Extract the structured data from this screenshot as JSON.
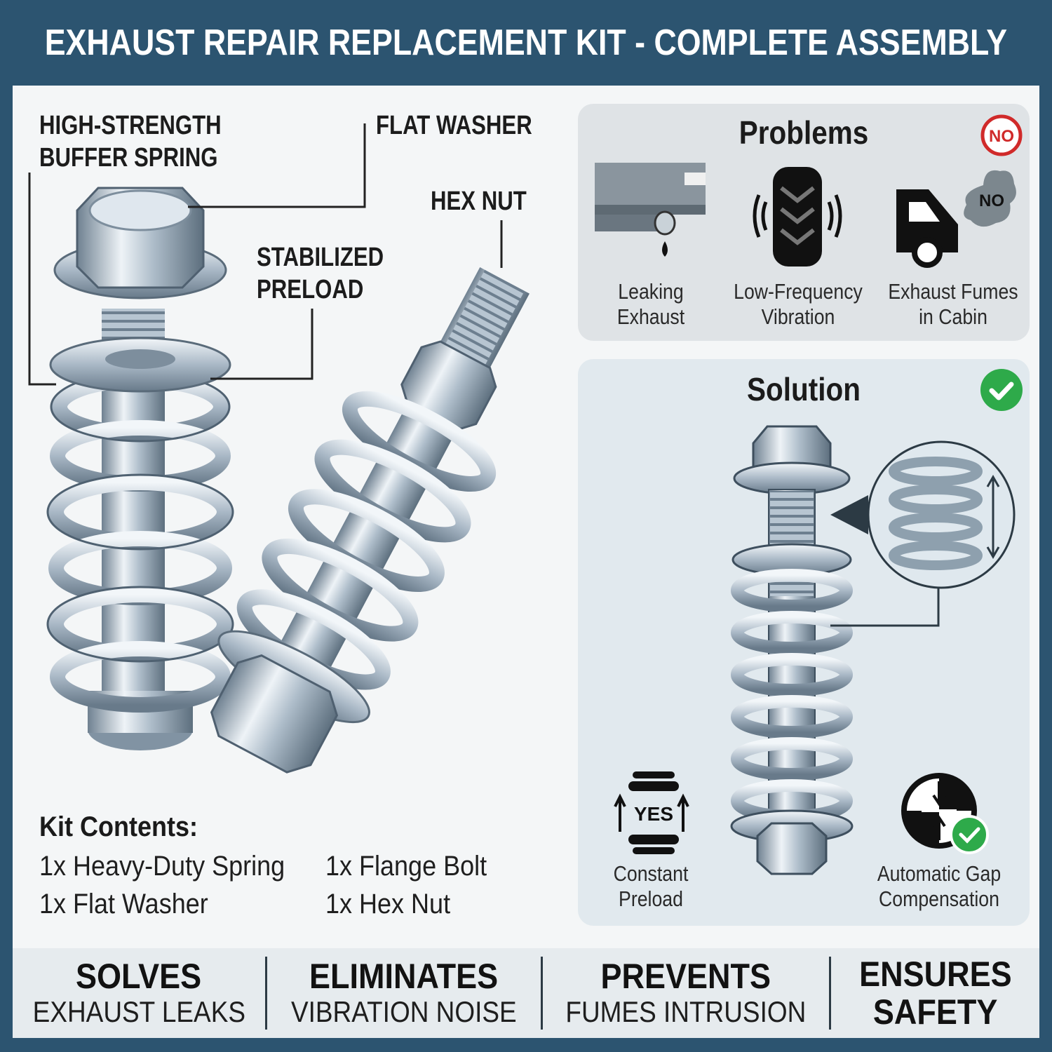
{
  "header": {
    "title": "EXHAUST REPAIR REPLACEMENT KIT - COMPLETE ASSEMBLY"
  },
  "callouts": {
    "spring_line1": "HIGH-STRENGTH",
    "spring_line2": "BUFFER SPRING",
    "washer": "FLAT WASHER",
    "hex_nut": "HEX NUT",
    "preload_line1": "STABILIZED",
    "preload_line2": "PRELOAD"
  },
  "problems": {
    "title": "Problems",
    "badge": "NO",
    "items": [
      {
        "icon": "leaking-exhaust-icon",
        "line1": "Leaking",
        "line2": "Exhaust"
      },
      {
        "icon": "vibration-icon",
        "line1": "Low-Frequency",
        "line2": "Vibration"
      },
      {
        "icon": "fumes-in-cabin-icon",
        "line1": "Exhaust Fumes",
        "line2": "in Cabin",
        "cloud_text": "NO"
      }
    ]
  },
  "solution": {
    "title": "Solution",
    "items": [
      {
        "icon": "constant-preload-icon",
        "line1": "Constant",
        "line2": "Preload",
        "icon_text": "YES"
      },
      {
        "icon": "gap-compensation-icon",
        "line1": "Automatic Gap",
        "line2": "Compensation"
      }
    ]
  },
  "kit": {
    "title": "Kit Contents:",
    "items": [
      "1x Heavy-Duty Spring",
      "1x Flange Bolt",
      "1x Flat Washer",
      "1x Hex Nut"
    ]
  },
  "footer": [
    {
      "big": "SOLVES",
      "small": "EXHAUST LEAKS"
    },
    {
      "big": "ELIMINATES",
      "small": "VIBRATION NOISE"
    },
    {
      "big": "PREVENTS",
      "small": "FUMES INTRUSION"
    },
    {
      "big": "ENSURES",
      "small": "SAFETY"
    }
  ],
  "colors": {
    "header_bg": "#2c5470",
    "problem_badge": "#d02a2a",
    "solution_check": "#2eaa4a",
    "metal": "#b8c6d2"
  }
}
